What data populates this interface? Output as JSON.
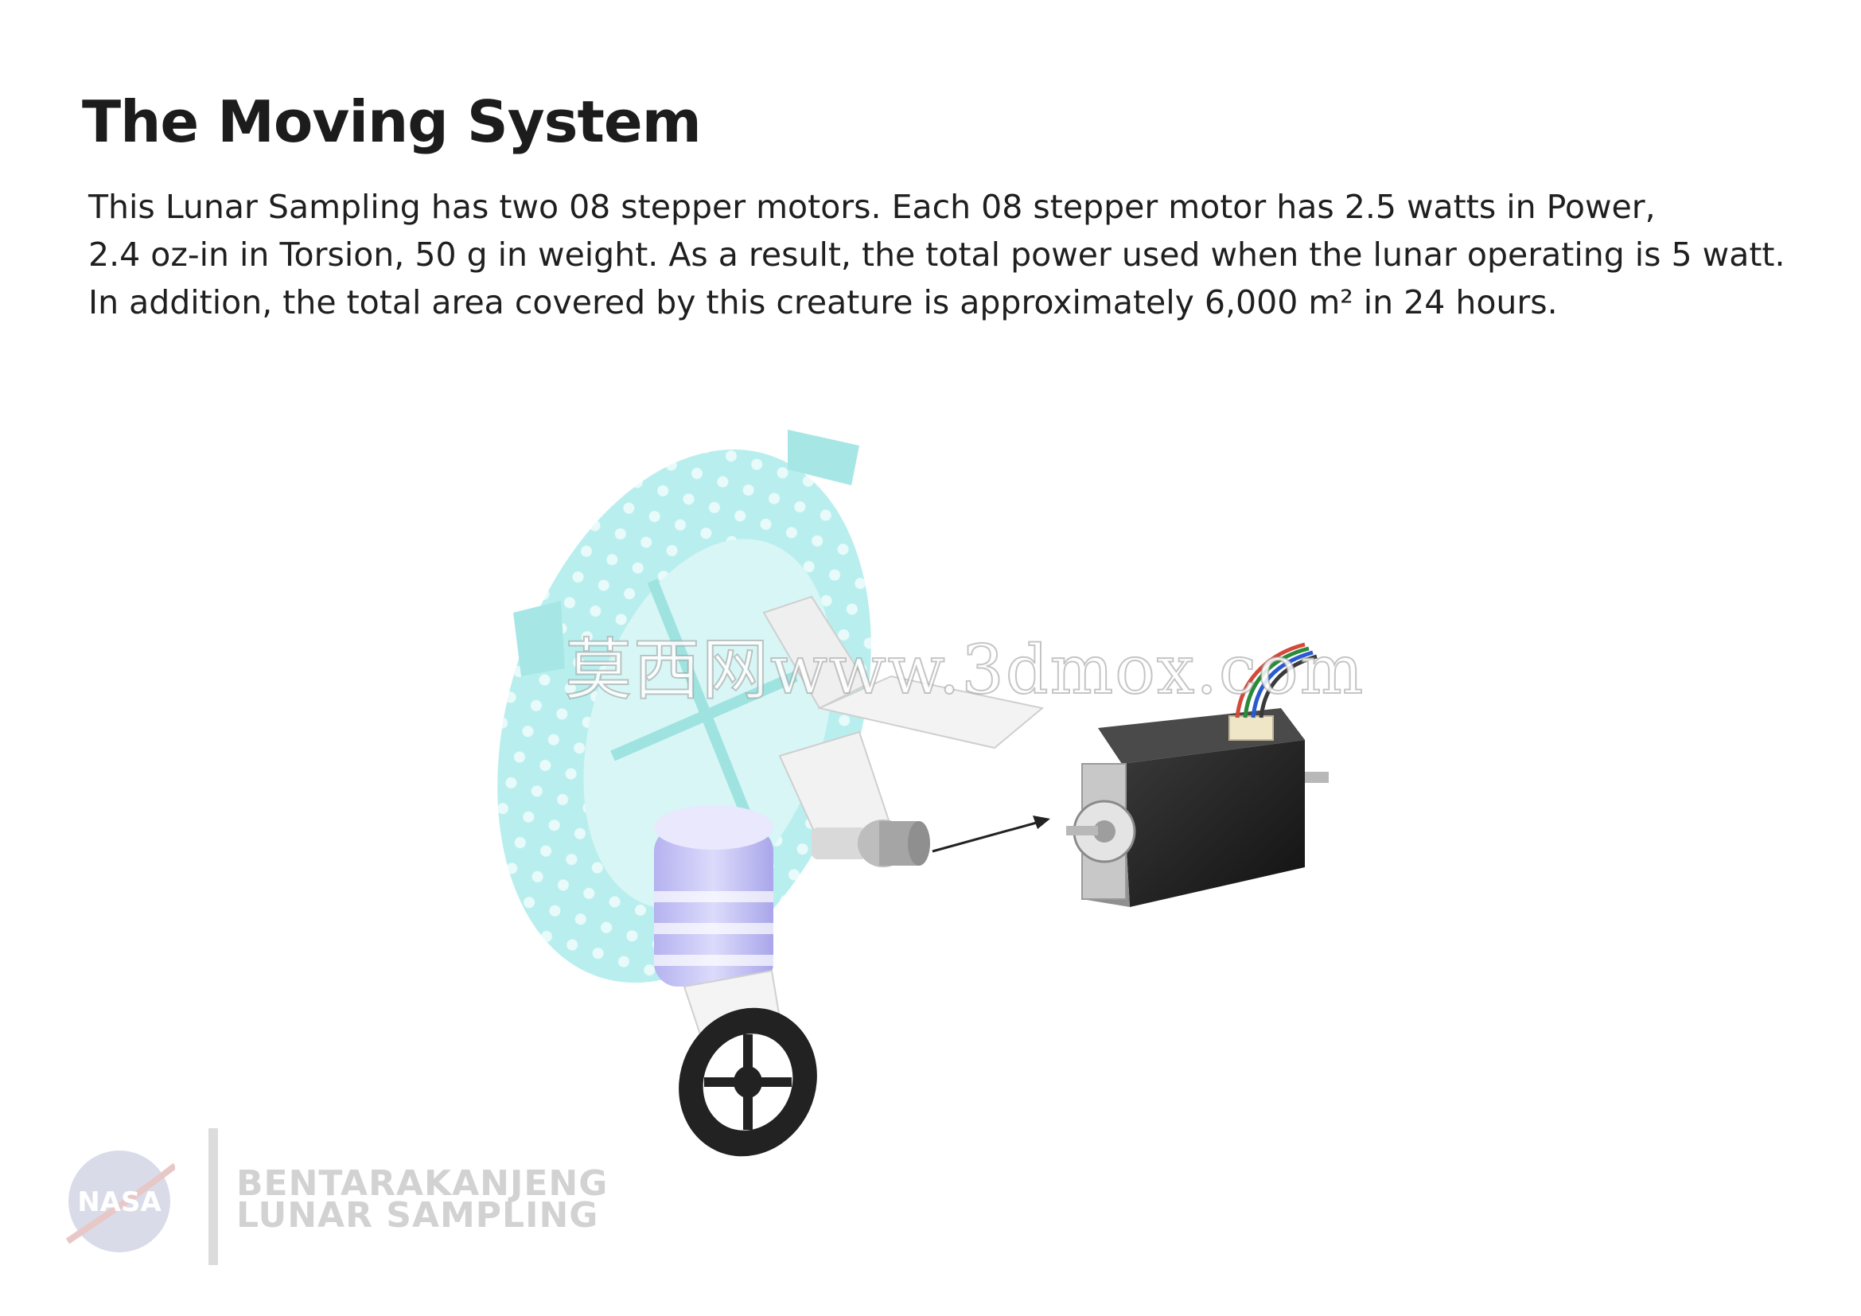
{
  "title": "The Moving System",
  "paragraph": {
    "line1": "This Lunar Sampling has two 08 stepper motors. Each 08 stepper motor has 2.5 watts in Power,",
    "line2": "2.4 oz-in in Torsion, 50 g in weight. As a result, the total power used when the lunar operating is 5 watt.",
    "line3": "In addition, the total area covered by this creature is approximately 6,000 m² in 24 hours."
  },
  "watermark": "莫西网www.3dmox.com",
  "logo": {
    "emblem_text": "NASA",
    "brand_line1": "BENTARAKANJENG",
    "brand_line2": "LUNAR SAMPLING"
  },
  "colors": {
    "wheel": "#b8efee",
    "motor_body": "#2b2b2b",
    "filter": "#c9c6f4",
    "small_wheel": "#222222",
    "brand_gray": "#d2d2d2"
  }
}
